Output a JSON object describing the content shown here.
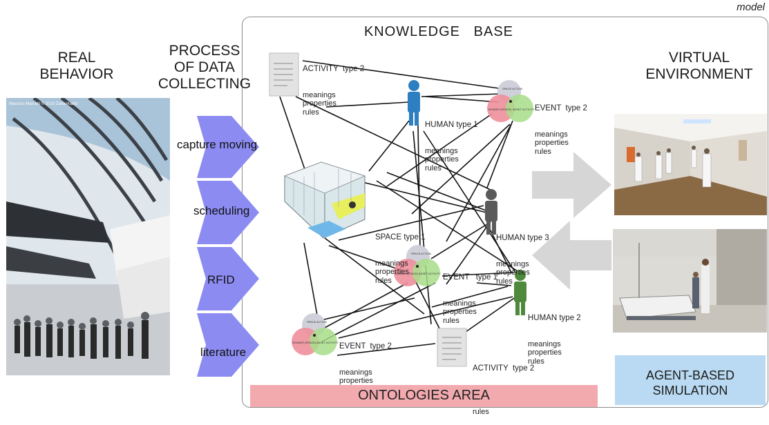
{
  "corner_label": "model",
  "knowledge_base_title": "KNOWLEDGE   BASE",
  "real_behavior_title": "REAL\nBEHAVIOR",
  "process_title": "PROCESS\nOF DATA\nCOLLECTING",
  "virtual_env_title": "VIRTUAL\nENVIRONMENT",
  "photo_caption": "Maurizio Marcelli © 2010 Zaha Hadid",
  "stages": [
    {
      "label": "capture moving"
    },
    {
      "label": "scheduling"
    },
    {
      "label": "RFID"
    },
    {
      "label": "literature"
    }
  ],
  "nodes": {
    "activity_top": {
      "name": "ACTIVITY  type 2",
      "lines": "meanings\nproperties\nrules"
    },
    "human1": {
      "name": "HUMAN type 1",
      "lines": "meanings\nproperties\nrules"
    },
    "event_top": {
      "name": "EVENT  type 2",
      "lines": "meanings\nproperties\nrules"
    },
    "space1": {
      "name": "SPACE type 1",
      "lines": "meanings\nproperties\nrules"
    },
    "human3": {
      "name": "HUMAN type 3",
      "lines": "meanings\nproperties\nrules"
    },
    "event1": {
      "name": "EVENT   type 1",
      "lines": "meanings\nproperties\nrules"
    },
    "human2": {
      "name": "HUMAN type 2",
      "lines": "meanings\nproperties\nrules"
    },
    "event_bottom": {
      "name": "EVENT  type 2",
      "lines": "meanings\nproperties\nrules"
    },
    "activity_bottom": {
      "name": "ACTIVITY  type 2",
      "lines": "meanings\nproperties\nrules"
    }
  },
  "venn_labels": {
    "top": "SPACE ACTION",
    "left": "GENDER (SPACE)",
    "right": "ASSET ACTIVITY"
  },
  "ontologies_label": "ONTOLOGIES AREA",
  "abs_label": "AGENT-BASED\nSIMULATION",
  "colors": {
    "stage_arrow": "#8b8bf2",
    "human1": "#2d7fc1",
    "human3": "#5a5a5a",
    "human2": "#4f8a3c",
    "venn_grey": "#cfd0da",
    "venn_pink": "#ee8f9c",
    "venn_green": "#a8dd8a",
    "ontology_bar": "#f2aaaf",
    "abs_box": "#b9daf2",
    "big_arrow": "#d6d6d6"
  }
}
